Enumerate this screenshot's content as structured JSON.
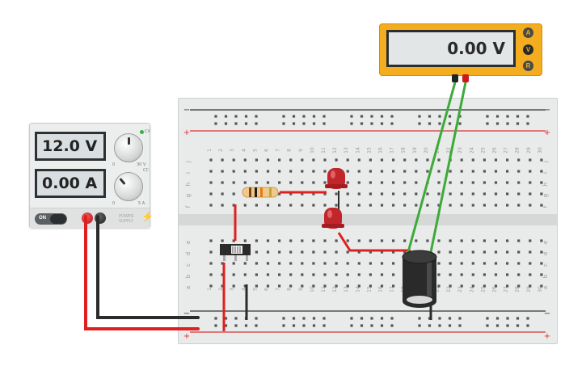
{
  "power_supply": {
    "voltage_display": "12.0 V",
    "current_display": "0.00 A",
    "on_label": "ON",
    "cv_label": "CV",
    "cc_label": "CC",
    "volt_max_label": "30 V",
    "amp_max_label": "5 A",
    "knob_min_label": "0",
    "brand_label": "POWER SUPPLY",
    "cv_indicator_color": "#3cb043"
  },
  "multimeter": {
    "display": "0.00 V",
    "modes": [
      "A",
      "V",
      "R"
    ],
    "selected_mode": "V"
  },
  "breadboard": {
    "column_numbers": [
      "1",
      "2",
      "3",
      "4",
      "5",
      "6",
      "7",
      "8",
      "9",
      "10",
      "11",
      "12",
      "13",
      "14",
      "15",
      "16",
      "17",
      "18",
      "19",
      "20",
      "21",
      "22",
      "23",
      "24",
      "25",
      "26",
      "27",
      "28",
      "29",
      "30"
    ],
    "top_rows": [
      "j",
      "i",
      "h",
      "g",
      "f"
    ],
    "bottom_rows": [
      "e",
      "d",
      "c",
      "b",
      "a"
    ],
    "rail_minus": "−",
    "rail_plus": "+"
  },
  "colors": {
    "wire_red": "#e02020",
    "wire_black": "#2b2b2b",
    "wire_green": "#3daa3a",
    "led": "#c0262a",
    "rail_red": "#d93434",
    "rail_black": "#333333"
  }
}
